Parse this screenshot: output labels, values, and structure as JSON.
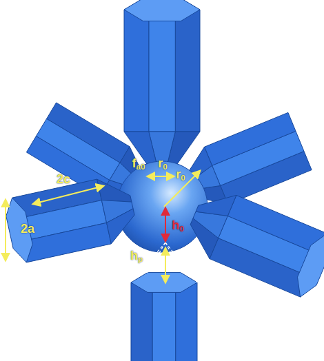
{
  "diagram": {
    "labels": [
      "2c",
      "2a",
      "fa0",
      "r0",
      "r0",
      "h0",
      "hp"
    ]
  }
}
